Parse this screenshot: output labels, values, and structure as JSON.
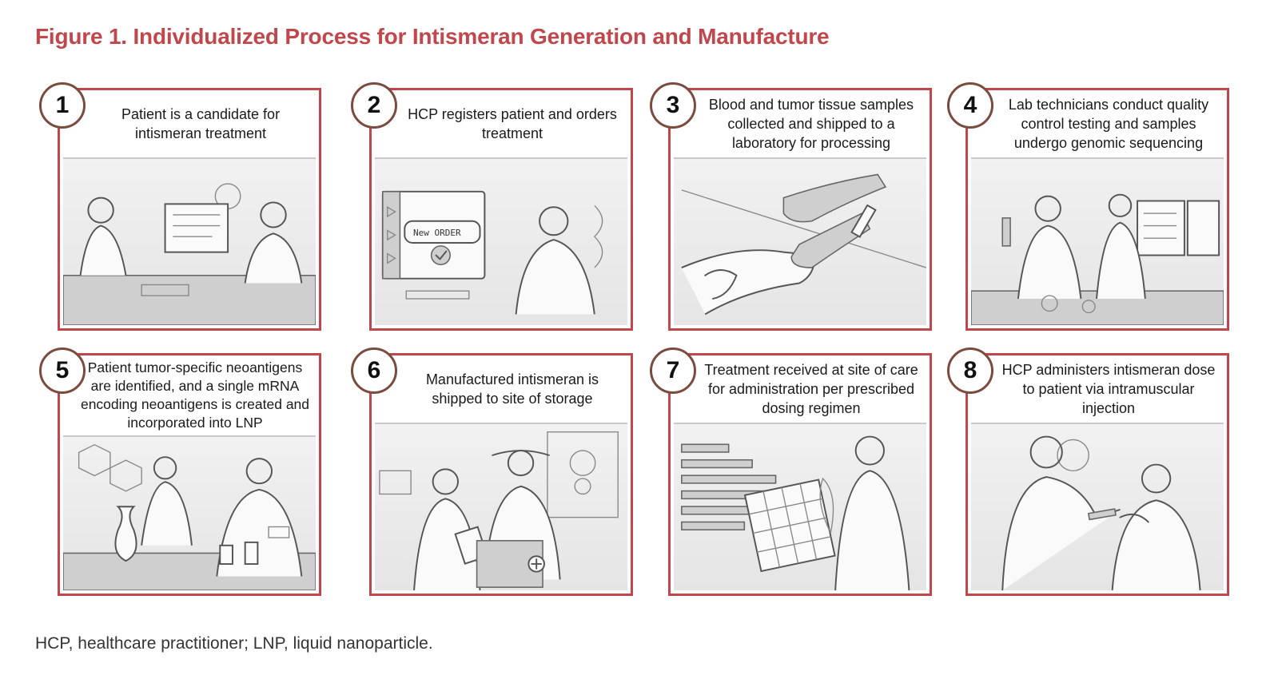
{
  "title": "Figure 1. Individualized Process for Intismeran Generation and Manufacture",
  "steps": [
    {
      "number": "1",
      "caption": "Patient is a candidate for intismeran treatment"
    },
    {
      "number": "2",
      "caption": "HCP registers patient and orders treatment",
      "screen_label": "New ORDER"
    },
    {
      "number": "3",
      "caption": "Blood and tumor tissue samples collected and shipped to a laboratory for processing"
    },
    {
      "number": "4",
      "caption": "Lab technicians conduct quality control testing and samples undergo genomic sequencing"
    },
    {
      "number": "5",
      "caption": "Patient tumor-specific neoantigens are identified, and a single mRNA encoding neoantigens is created and incorporated into LNP"
    },
    {
      "number": "6",
      "caption": "Manufactured intismeran is shipped to site of storage"
    },
    {
      "number": "7",
      "caption": "Treatment received at site of care for administration per prescribed dosing regimen"
    },
    {
      "number": "8",
      "caption": "HCP administers intismeran dose to patient via intramuscular injection"
    }
  ],
  "footnote": "HCP, healthcare practitioner; LNP, liquid nanoparticle.",
  "colors": {
    "accent": "#c0474b",
    "badge_border": "#7a4b3f"
  }
}
